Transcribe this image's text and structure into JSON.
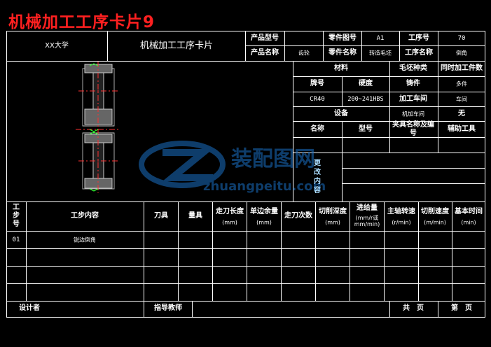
{
  "page_title": "机械加工工序卡片9",
  "header": {
    "school": "XX大学",
    "card_title": "机械加工工序卡片",
    "product_model_label": "产品型号",
    "product_model_value": "",
    "part_drawing_no_label": "零件图号",
    "part_drawing_no_value": "A1",
    "process_no_label": "工序号",
    "process_no_value": "70",
    "product_name_label": "产品名称",
    "product_name_value": "齿轮",
    "part_name_label": "零件名称",
    "part_name_value": "转造毛坯",
    "process_name_label": "工序名称",
    "process_name_value": "倒角"
  },
  "material": {
    "material_label": "材料",
    "blank_type_label": "毛坯种类",
    "workpieces_label": "同时加工件数",
    "grade_label": "牌号",
    "hardness_label": "硬度",
    "blank_value": "铸件",
    "pieces_value": "多件",
    "grade_value": "CR40",
    "hardness_value": "200~241HBS",
    "workshop_label": "加工车间",
    "workshop_value": "车间"
  },
  "equipment": {
    "equipment_label": "设备",
    "machine_label": "机加车间",
    "machine_value": "无",
    "name_label": "名称",
    "model_label": "型号",
    "fixture_label": "夹具名称及编号",
    "aux_tool_label": "辅助工具"
  },
  "change_label": "更改内容",
  "steps_header": {
    "step_no": "工步号",
    "step_content": "工步内容",
    "tool": "刀具",
    "gauge": "量具",
    "stroke_length": "走刀长度",
    "stroke_length_unit": "(mm)",
    "allowance": "单边余量",
    "allowance_unit": "(mm)",
    "passes": "走刀次数",
    "cut_depth": "切削深度",
    "cut_depth_unit": "(mm)",
    "feed": "进给量",
    "feed_unit": "(mm/r或mm/min)",
    "spindle_speed": "主轴转速",
    "spindle_speed_unit": "(r/min)",
    "cut_speed": "切削速度",
    "cut_speed_unit": "(m/min)",
    "base_time": "基本时间",
    "base_time_unit": "(min)"
  },
  "steps": [
    {
      "no": "01",
      "content": "锐边倒角"
    }
  ],
  "footer": {
    "designer_label": "设计者",
    "instructor_label": "指导教师",
    "total_pages_label": "共　页",
    "page_label": "第　页"
  },
  "watermark": {
    "brand": "装配图网",
    "url": "zhuangpeitu.com"
  },
  "colors": {
    "background": "#000000",
    "title": "#ff2020",
    "lines": "#ffffff",
    "drawing_accent": "#00aaff",
    "drawing_center": "#ff3030",
    "drawing_green": "#33ff33"
  }
}
